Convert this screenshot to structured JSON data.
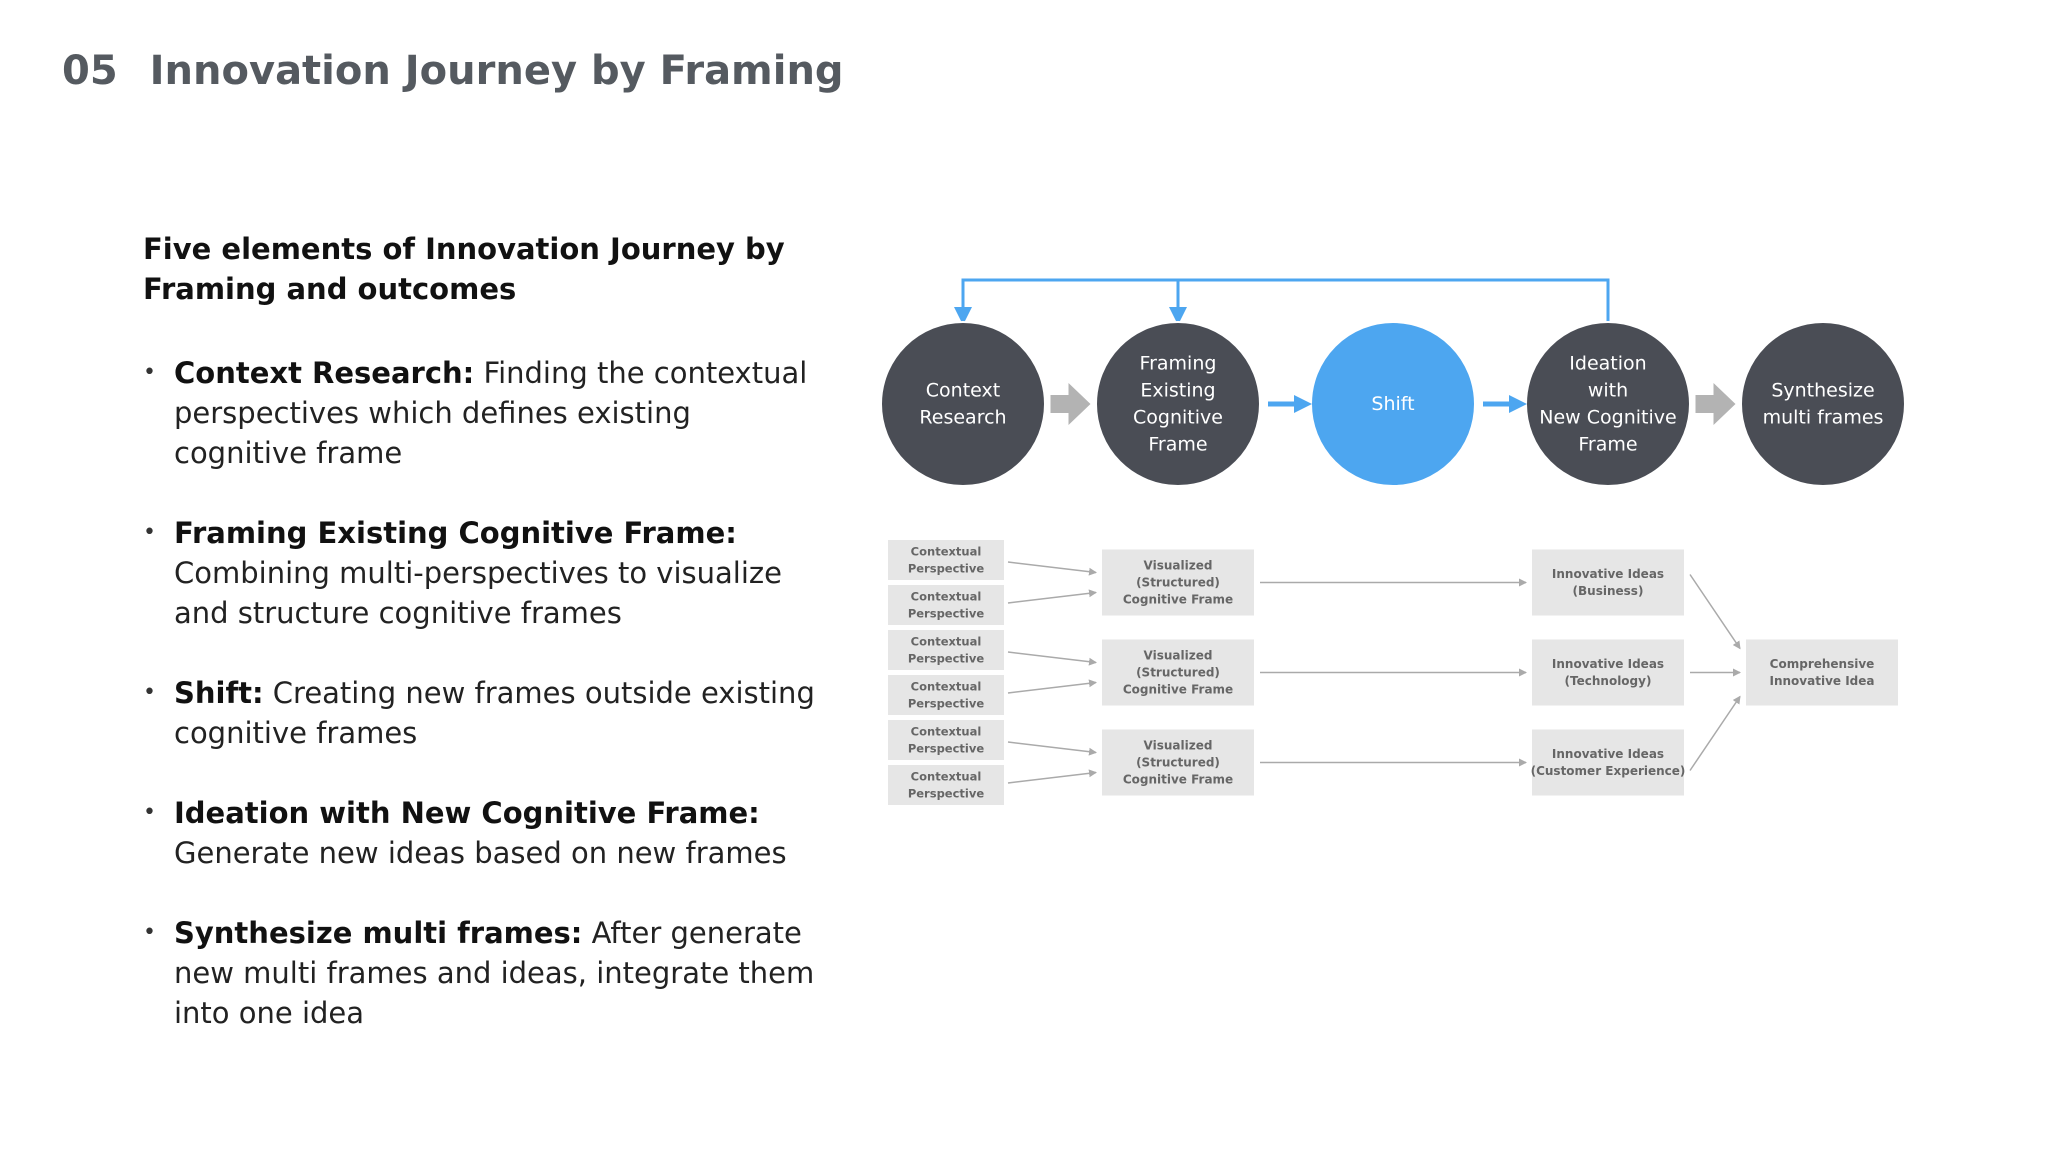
{
  "title": {
    "number": "05",
    "text": "Innovation Journey by Framing"
  },
  "subtitle": "Five elements of Innovation Journey by Framing and outcomes",
  "bullets": [
    {
      "term": "Context Research:",
      "text": "Finding the contextual perspectives which defines existing cognitive frame"
    },
    {
      "term": "Framing Existing Cognitive Frame:",
      "text": "Combining multi-perspectives to visualize and structure cognitive frames"
    },
    {
      "term": "Shift:",
      "text": "Creating new frames outside existing cognitive frames"
    },
    {
      "term": "Ideation with New Cognitive Frame:",
      "text": "Generate new ideas based on new frames"
    },
    {
      "term": "Synthesize multi frames:",
      "text": "After generate new multi frames and ideas, integrate them into one idea"
    }
  ],
  "diagram": {
    "colors": {
      "dark": "#4a4d55",
      "accent": "#4da6f0",
      "gray_arrow": "#b3b3b3",
      "box": "#e6e6e6",
      "box_text": "#666666",
      "line": "#aaaaaa"
    },
    "stages": [
      {
        "lines": [
          "Context",
          "Research"
        ],
        "highlight": false
      },
      {
        "lines": [
          "Framing",
          "Existing",
          "Cognitive",
          "Frame"
        ],
        "highlight": false
      },
      {
        "lines": [
          "Shift"
        ],
        "highlight": true
      },
      {
        "lines": [
          "Ideation",
          "with",
          "New Cognitive",
          "Frame"
        ],
        "highlight": false
      },
      {
        "lines": [
          "Synthesize",
          "multi frames"
        ],
        "highlight": false
      }
    ],
    "stage_arrows": [
      "gray",
      "blue",
      "blue",
      "gray"
    ],
    "perspectives": [
      [
        "Contextual",
        "Perspective"
      ],
      [
        "Contextual",
        "Perspective"
      ],
      [
        "Contextual",
        "Perspective"
      ],
      [
        "Contextual",
        "Perspective"
      ],
      [
        "Contextual",
        "Perspective"
      ],
      [
        "Contextual",
        "Perspective"
      ]
    ],
    "frames": [
      [
        "Visualized",
        "(Structured)",
        "Cognitive Frame"
      ],
      [
        "Visualized",
        "(Structured)",
        "Cognitive Frame"
      ],
      [
        "Visualized",
        "(Structured)",
        "Cognitive Frame"
      ]
    ],
    "ideas": [
      [
        "Innovative Ideas",
        "(Business)"
      ],
      [
        "Innovative Ideas",
        "(Technology)"
      ],
      [
        "Innovative Ideas",
        "(Customer Experience)"
      ]
    ],
    "final": [
      "Comprehensive",
      "Innovative Idea"
    ]
  }
}
